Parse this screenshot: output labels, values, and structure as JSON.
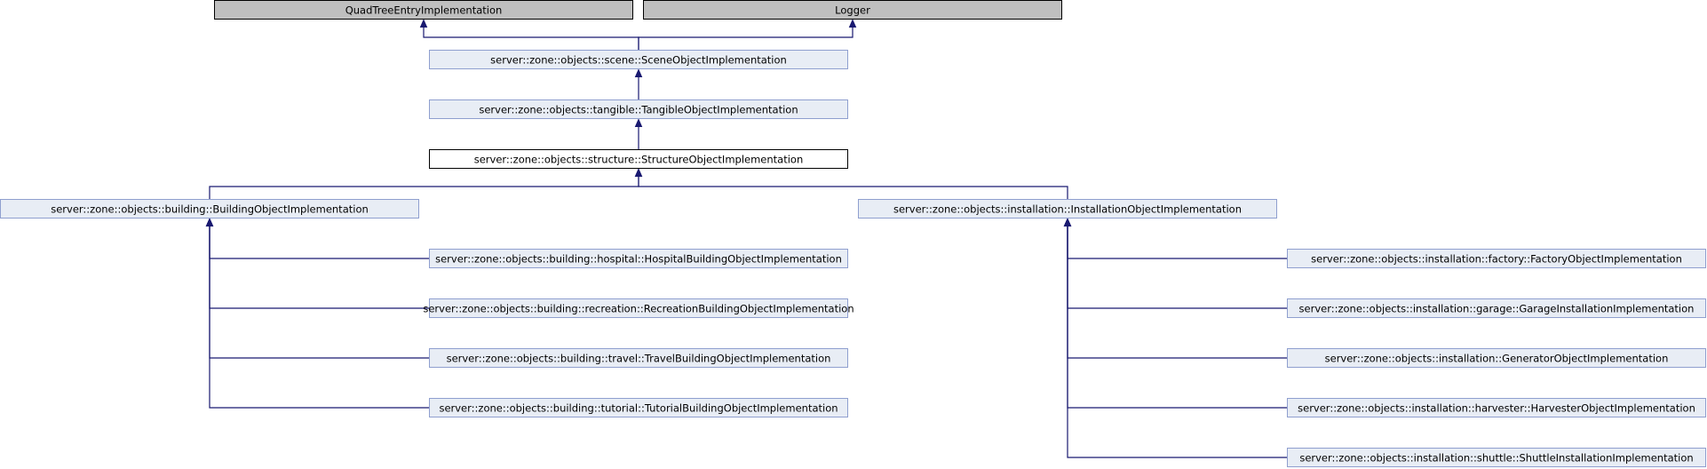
{
  "colors": {
    "external_fill": "#bfbfbf",
    "class_fill": "#e8edf5",
    "class_border": "#8f9fcf",
    "focus_fill": "#ffffff",
    "focus_border": "#000000",
    "edge": "#191970"
  },
  "nodes": {
    "quadtree": {
      "label": "QuadTreeEntryImplementation",
      "kind": "external"
    },
    "logger": {
      "label": "Logger",
      "kind": "external"
    },
    "scene": {
      "label": "server::zone::objects::scene::SceneObjectImplementation",
      "kind": "class"
    },
    "tangible": {
      "label": "server::zone::objects::tangible::TangibleObjectImplementation",
      "kind": "class"
    },
    "structure": {
      "label": "server::zone::objects::structure::StructureObjectImplementation",
      "kind": "focus"
    },
    "building": {
      "label": "server::zone::objects::building::BuildingObjectImplementation",
      "kind": "class"
    },
    "installation": {
      "label": "server::zone::objects::installation::InstallationObjectImplementation",
      "kind": "class"
    },
    "hospital": {
      "label": "server::zone::objects::building::hospital::HospitalBuildingObjectImplementation",
      "kind": "class"
    },
    "recreation": {
      "label": "server::zone::objects::building::recreation::RecreationBuildingObjectImplementation",
      "kind": "class"
    },
    "travel": {
      "label": "server::zone::objects::building::travel::TravelBuildingObjectImplementation",
      "kind": "class"
    },
    "tutorial": {
      "label": "server::zone::objects::building::tutorial::TutorialBuildingObjectImplementation",
      "kind": "class"
    },
    "factory": {
      "label": "server::zone::objects::installation::factory::FactoryObjectImplementation",
      "kind": "class"
    },
    "garage": {
      "label": "server::zone::objects::installation::garage::GarageInstallationImplementation",
      "kind": "class"
    },
    "generator": {
      "label": "server::zone::objects::installation::GeneratorObjectImplementation",
      "kind": "class"
    },
    "harvester": {
      "label": "server::zone::objects::installation::harvester::HarvesterObjectImplementation",
      "kind": "class"
    },
    "shuttle": {
      "label": "server::zone::objects::installation::shuttle::ShuttleInstallationImplementation",
      "kind": "class"
    }
  },
  "edges": [
    {
      "from": "scene",
      "to": "quadtree"
    },
    {
      "from": "scene",
      "to": "logger"
    },
    {
      "from": "tangible",
      "to": "scene"
    },
    {
      "from": "structure",
      "to": "tangible"
    },
    {
      "from": "building",
      "to": "structure"
    },
    {
      "from": "installation",
      "to": "structure"
    },
    {
      "from": "hospital",
      "to": "building"
    },
    {
      "from": "recreation",
      "to": "building"
    },
    {
      "from": "travel",
      "to": "building"
    },
    {
      "from": "tutorial",
      "to": "building"
    },
    {
      "from": "factory",
      "to": "installation"
    },
    {
      "from": "garage",
      "to": "installation"
    },
    {
      "from": "generator",
      "to": "installation"
    },
    {
      "from": "harvester",
      "to": "installation"
    },
    {
      "from": "shuttle",
      "to": "installation"
    }
  ]
}
